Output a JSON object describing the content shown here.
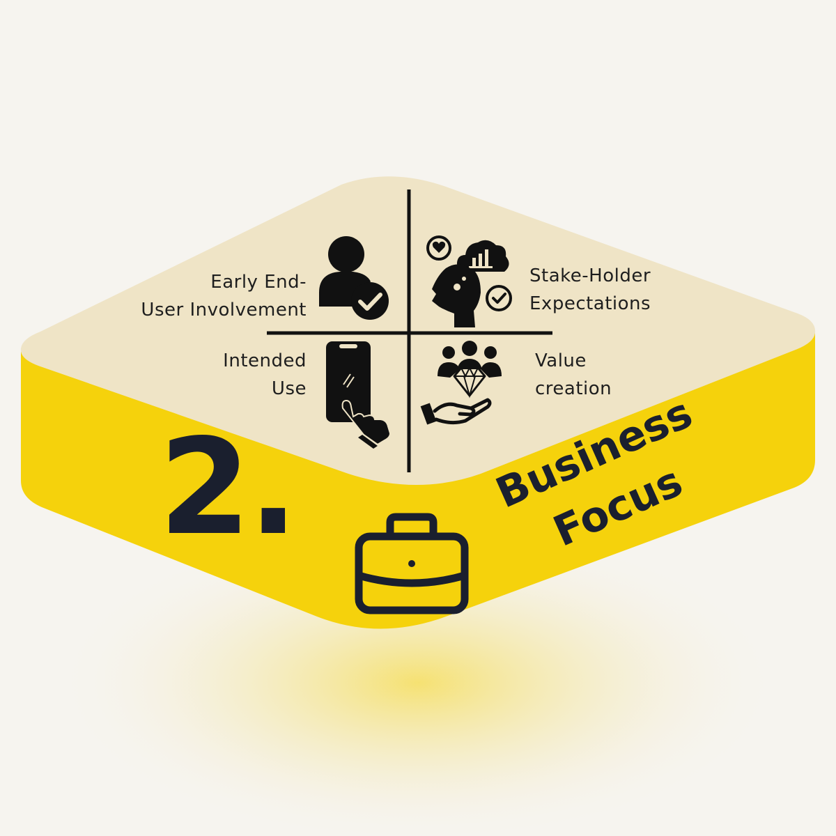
{
  "quadrants": {
    "top_left": {
      "line1": "Early End-",
      "line2": "User Involvement",
      "icon": "user-check-icon"
    },
    "top_right": {
      "line1": "Stake-Holder",
      "line2": "Expectations",
      "icon": "head-thought-check-icon"
    },
    "bottom_left": {
      "line1": "Intended",
      "line2": "Use",
      "icon": "phone-tap-icon"
    },
    "bottom_right": {
      "line1": "Value",
      "line2": "creation",
      "icon": "diamond-people-hand-icon"
    }
  },
  "section": {
    "number": "2.",
    "title_line1": "Business",
    "title_line2": "Focus",
    "icon": "briefcase-icon"
  },
  "colors": {
    "top_face": "#efe4c6",
    "side_face": "#f5d20c",
    "text_dark": "#1a1f2e",
    "icon_black": "#111111",
    "background": "#f6f4ef"
  }
}
